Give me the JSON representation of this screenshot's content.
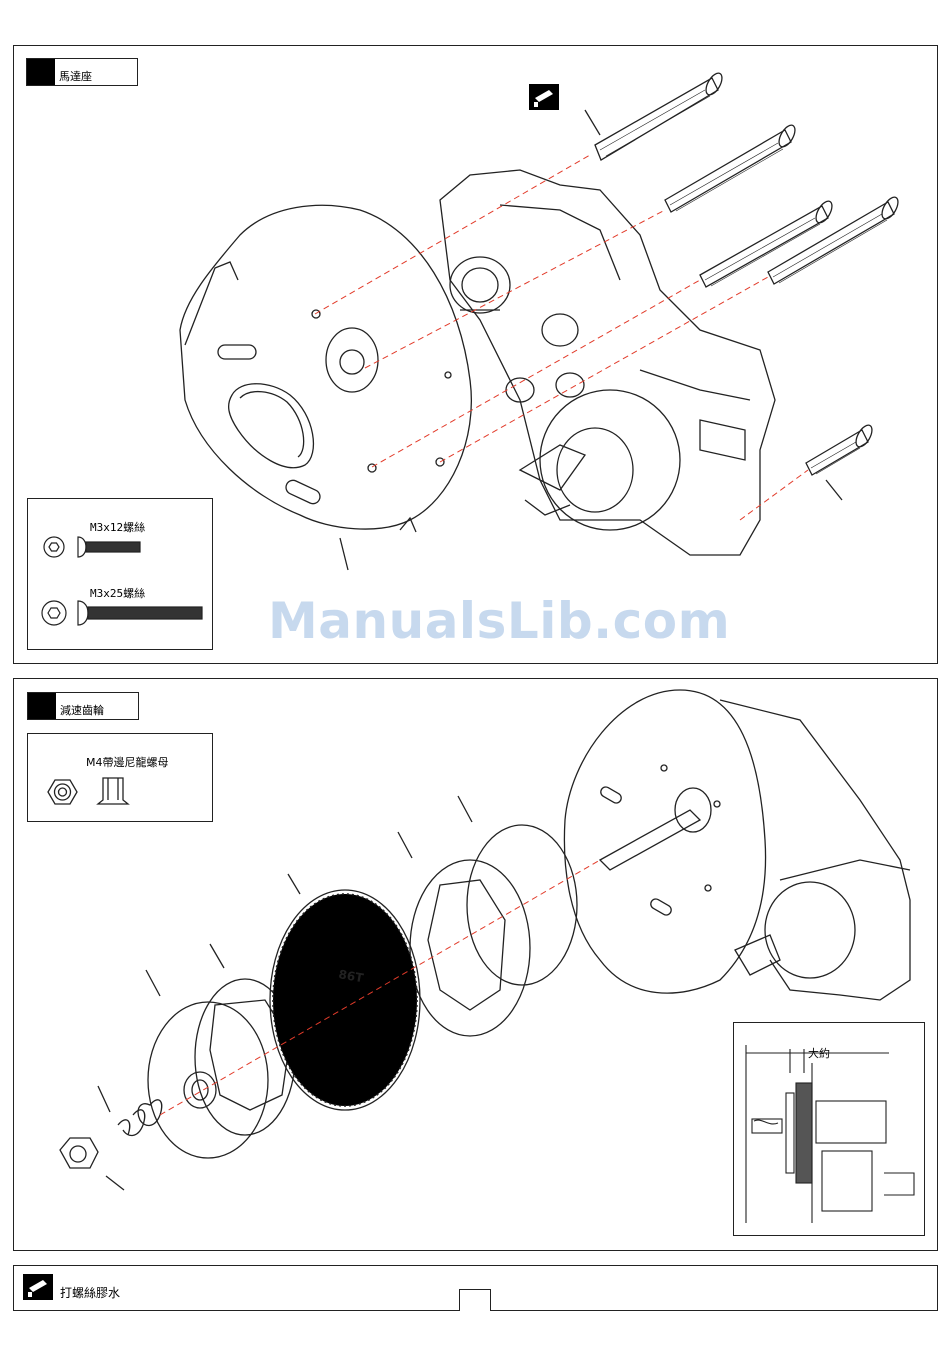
{
  "step1": {
    "title": "馬達座",
    "screws": [
      {
        "label": "M3x12螺絲"
      },
      {
        "label": "M3x25螺絲"
      }
    ]
  },
  "step2": {
    "title": "減速齒輪",
    "nut_label": "M4帶邊尼龍螺母",
    "gear_label": "86T",
    "inset_label": "大約"
  },
  "watermark": "ManualsLib.com",
  "footer": {
    "legend_text": "打螺絲膠水"
  },
  "colors": {
    "line": "#222222",
    "dash": "#e23b2a",
    "watermark": "#c7d9ee"
  }
}
